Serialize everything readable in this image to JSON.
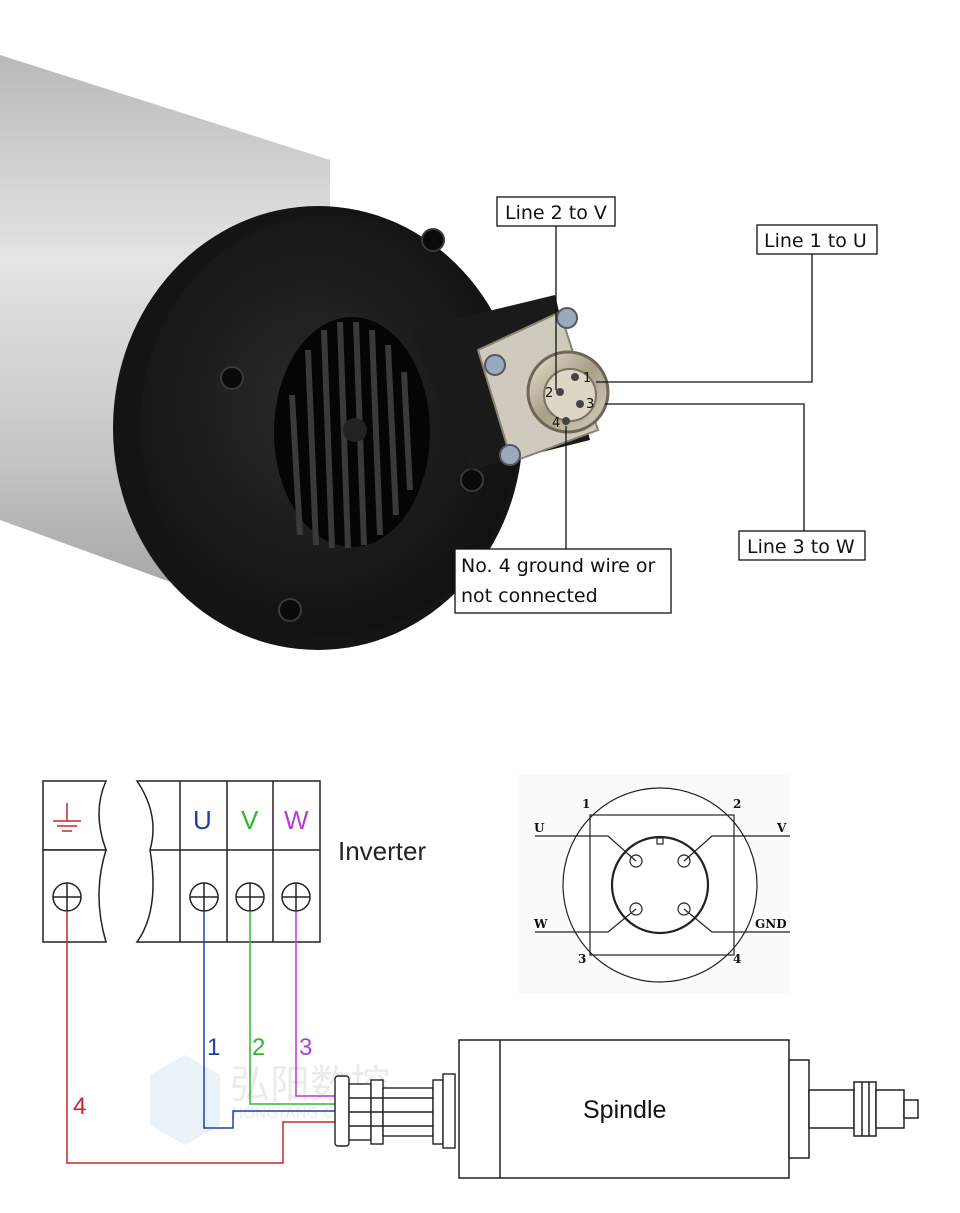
{
  "photo_callouts": {
    "line2": "Line 2 to V",
    "line1": "Line 1 to U",
    "line3": "Line 3 to W",
    "ground_line1": "No. 4 ground wire or",
    "ground_line2": "not connected",
    "pin1": "1",
    "pin2": "2",
    "pin3": "3",
    "pin4": "4"
  },
  "schematic": {
    "inverter_label": "Inverter",
    "terminals": [
      "U",
      "V",
      "W"
    ],
    "wire_numbers": [
      "1",
      "2",
      "3",
      "4"
    ],
    "spindle_label": "Spindle",
    "colors": {
      "u": "#1f3fb0",
      "v": "#33b52e",
      "w": "#b03fd0",
      "ground": "#c62828"
    }
  },
  "pinout": {
    "corner_numbers": [
      "1",
      "2",
      "3",
      "4"
    ],
    "labels": [
      "U",
      "V",
      "W",
      "GND"
    ]
  },
  "watermark": {
    "text": "弘阳数控",
    "sub": "HONGYANG CNC"
  }
}
